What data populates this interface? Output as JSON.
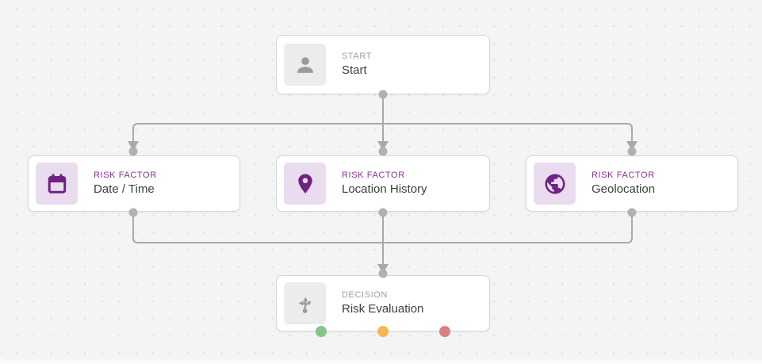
{
  "canvas": {
    "background": "#f4f4f5",
    "grid_dot_color": "#e1e1e4"
  },
  "colors": {
    "accent_purple": "#702283",
    "accent_purple_bg": "#e9dcee",
    "risk_factor_label": "#8c2f9b",
    "gray_icon": "#9b9b9b",
    "gray_icon_bg": "#ececec",
    "connector_line": "#a8a8b0",
    "connector_dot": "#b0b0b5",
    "port_low": "#85c786",
    "port_medium": "#f7b64f",
    "port_high": "#de7e7e"
  },
  "nodes": [
    {
      "id": "start",
      "type_label": "START",
      "name": "Start",
      "icon": "person-icon",
      "variant": "gray"
    },
    {
      "id": "date-time",
      "type_label": "RISK FACTOR",
      "name": "Date / Time",
      "icon": "calendar-icon",
      "variant": "purple"
    },
    {
      "id": "location-history",
      "type_label": "RISK FACTOR",
      "name": "Location History",
      "icon": "place-pin-icon",
      "variant": "purple"
    },
    {
      "id": "geolocation",
      "type_label": "RISK FACTOR",
      "name": "Geolocation",
      "icon": "globe-icon",
      "variant": "purple"
    },
    {
      "id": "risk-evaluation",
      "type_label": "DECISION",
      "name": "Risk Evaluation",
      "icon": "split-arrows-icon",
      "variant": "gray",
      "output_ports": [
        "low",
        "medium",
        "high"
      ]
    }
  ]
}
